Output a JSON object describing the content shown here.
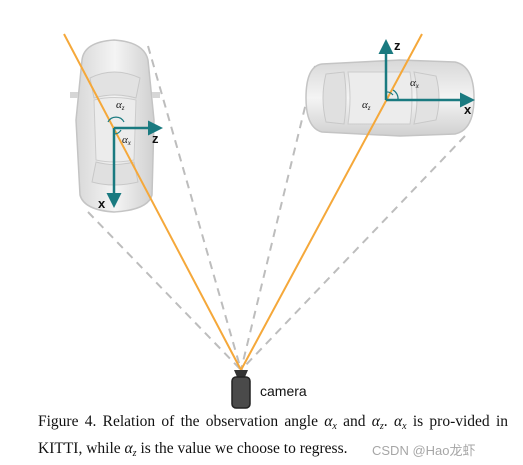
{
  "diagram": {
    "left_car": {
      "axis_z_label": "z",
      "axis_x_label": "x",
      "angle_z_label": "α",
      "angle_z_sub": "z",
      "angle_x_label": "α",
      "angle_x_sub": "x"
    },
    "right_car": {
      "axis_z_label": "z",
      "axis_x_label": "x",
      "angle_z_label": "α",
      "angle_z_sub": "z",
      "angle_x_label": "α",
      "angle_x_sub": "x"
    },
    "camera_label": "camera",
    "colors": {
      "axis": "#1a7a80",
      "ray": "#f5a83a",
      "dashed": "#bdbdbd",
      "camera_body": "#444444"
    }
  },
  "caption": {
    "part1": "Figure 4. Relation of the observation angle ",
    "alpha": "α",
    "sub_x": "x",
    "and": " and ",
    "sub_z": "z",
    "part2": ". ",
    "part3": " is pro-vided in KITTI, while ",
    "part4": " is the value we choose to regress."
  },
  "watermark": "CSDN @Hao龙虾"
}
